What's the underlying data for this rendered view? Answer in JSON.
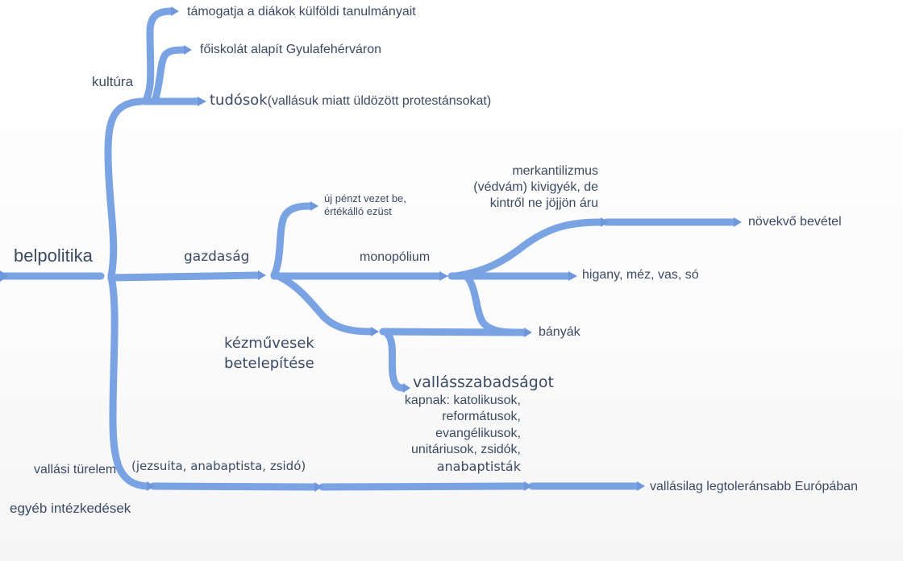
{
  "colors": {
    "branch": "#7aa3e3",
    "branch_dark": "#6f98dc",
    "text": "#3b4a63"
  },
  "labels": {
    "root": "belpolitika",
    "kultura": "kultúra",
    "kultura_1": "támogatja a diákok külföldi tanulmányait",
    "kultura_2": "főiskolát alapít Gyulafehérváron",
    "kultura_3a": "tudósok",
    "kultura_3b": "(vallásuk miatt üldözött protestánsokat)",
    "gazdasag": "gazdaság",
    "penz_1": "új pénzt vezet be,",
    "penz_2": "értékálló ezüst",
    "monopolium": "monopólium",
    "merkantil_1": "merkantilizmus",
    "merkantil_2": "(védvám) kivigyék, de",
    "merkantil_3": "kintről ne jöjjön áru",
    "novekvo": "növekvő bevétel",
    "higany": "higany, méz, vas, só",
    "banyak": "bányák",
    "kezmuvesek_1": "kézművesek",
    "kezmuvesek_2": "betelepítése",
    "vallasszab": "vallásszabadságot",
    "kapnak_1": "kapnak: katolikusok,",
    "kapnak_2": "reformátusok,",
    "kapnak_3": "evangélikusok,",
    "kapnak_4": "unitáriusok, zsidók,",
    "kapnak_5": "anabaptisták",
    "vallasi_turelem": "vallási türelem",
    "jezsuita": "(jezsuita, anabaptista, zsidó)",
    "legtolerans": "vallásilag legtoleránsabb Európában",
    "egyeb": "egyéb intézkedések"
  }
}
